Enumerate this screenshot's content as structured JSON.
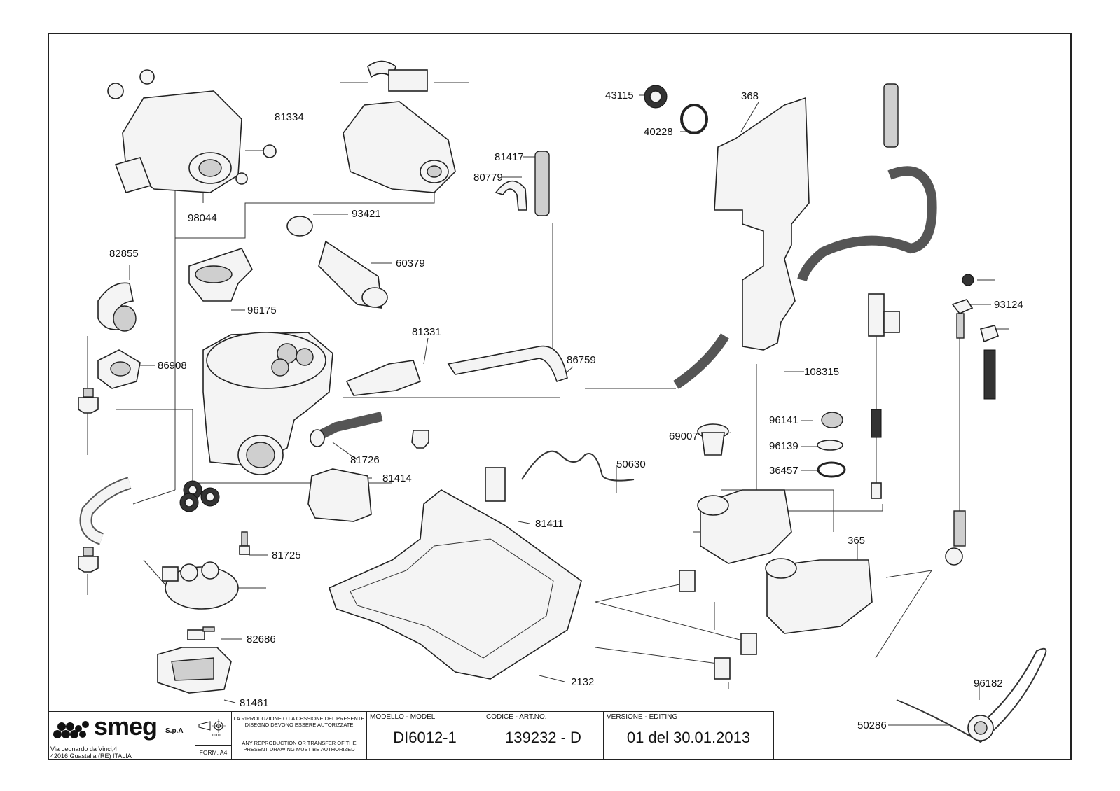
{
  "parts": {
    "p98044": "98044",
    "p81334": "81334",
    "p93421": "93421",
    "p60379": "60379",
    "p81417": "81417",
    "p80779": "80779",
    "p43115": "43115",
    "p40228": "40228",
    "p368": "368",
    "p82855": "82855",
    "p96175": "96175",
    "p81331": "81331",
    "p86908": "86908",
    "p86759": "86759",
    "p108315": "108315",
    "p93124": "93124",
    "p96141": "96141",
    "p69007": "69007",
    "p96139": "96139",
    "p36457": "36457",
    "p81726": "81726",
    "p50630": "50630",
    "p81414": "81414",
    "p81411": "81411",
    "p81725": "81725",
    "p365": "365",
    "p82686": "82686",
    "p2132": "2132",
    "p81461": "81461",
    "p96182": "96182",
    "p50286": "50286"
  },
  "titleblock": {
    "brand": "smeg",
    "brand_suffix": "S.p.A",
    "address_line1": "Via Leonardo da Vinci,4",
    "address_line2": "42016  Guastalla (RE) ITALIA",
    "unit": "mm",
    "format": "FORM. A4",
    "notice_it": "LA RIPRODUZIONE O LA CESSIONE DEL PRESENTE DISEGNO DEVONO ESSERE AUTORIZZATE",
    "notice_en": "ANY REPRODUCTION OR TRANSFER OF THE PRESENT DRAWING MUST BE AUTHORIZED",
    "model_header": "MODELLO - MODEL",
    "model_value": "DI6012-1",
    "code_header": "CODICE - ART.NO.",
    "code_value": "139232 - D",
    "version_header": "VERSIONE - EDITING",
    "version_value": "01 del 30.01.2013"
  }
}
